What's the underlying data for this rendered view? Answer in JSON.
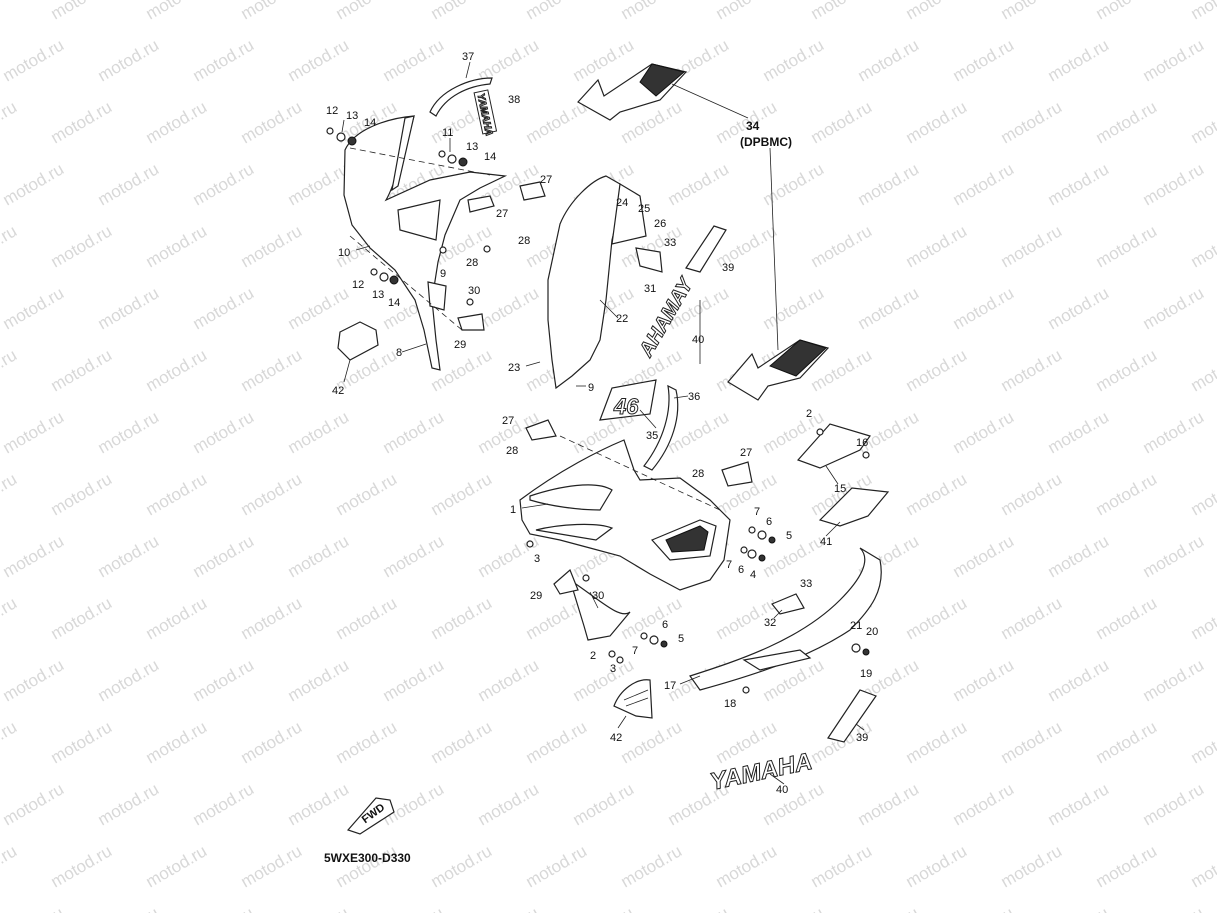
{
  "watermark": "motod.ru",
  "diagram_code": "5WXE300-D330",
  "fwd_label": "FWD",
  "decal_brand": "YAMAHA",
  "decal_brand_mirrored": "AHAMAY",
  "decal_number": "46",
  "callouts": [
    {
      "id": "c37",
      "text": "37"
    },
    {
      "id": "c38",
      "text": "38"
    },
    {
      "id": "c12a",
      "text": "12"
    },
    {
      "id": "c13a",
      "text": "13"
    },
    {
      "id": "c14a",
      "text": "14"
    },
    {
      "id": "c11",
      "text": "11"
    },
    {
      "id": "c13b",
      "text": "13"
    },
    {
      "id": "c14b",
      "text": "14"
    },
    {
      "id": "c27a",
      "text": "27"
    },
    {
      "id": "c27b",
      "text": "27"
    },
    {
      "id": "c28a",
      "text": "28"
    },
    {
      "id": "c28b",
      "text": "28"
    },
    {
      "id": "c10",
      "text": "10"
    },
    {
      "id": "c9a",
      "text": "9"
    },
    {
      "id": "c12b",
      "text": "12"
    },
    {
      "id": "c13c",
      "text": "13"
    },
    {
      "id": "c14c",
      "text": "14"
    },
    {
      "id": "c30a",
      "text": "30"
    },
    {
      "id": "c29a",
      "text": "29"
    },
    {
      "id": "c8",
      "text": "8"
    },
    {
      "id": "c42a",
      "text": "42"
    },
    {
      "id": "c34",
      "text": "34"
    },
    {
      "id": "c34s",
      "text": "(DPBMC)"
    },
    {
      "id": "c24",
      "text": "24"
    },
    {
      "id": "c25",
      "text": "25"
    },
    {
      "id": "c26",
      "text": "26"
    },
    {
      "id": "c33a",
      "text": "33"
    },
    {
      "id": "c39a",
      "text": "39"
    },
    {
      "id": "c31",
      "text": "31"
    },
    {
      "id": "c22",
      "text": "22"
    },
    {
      "id": "c40a",
      "text": "40"
    },
    {
      "id": "c23",
      "text": "23"
    },
    {
      "id": "c9b",
      "text": "9"
    },
    {
      "id": "c36",
      "text": "36"
    },
    {
      "id": "c35",
      "text": "35"
    },
    {
      "id": "c27c",
      "text": "27"
    },
    {
      "id": "c28c",
      "text": "28"
    },
    {
      "id": "c2a",
      "text": "2"
    },
    {
      "id": "c16",
      "text": "16"
    },
    {
      "id": "c15",
      "text": "15"
    },
    {
      "id": "c27d",
      "text": "27"
    },
    {
      "id": "c28d",
      "text": "28"
    },
    {
      "id": "c1",
      "text": "1"
    },
    {
      "id": "c7a",
      "text": "7"
    },
    {
      "id": "c6a",
      "text": "6"
    },
    {
      "id": "c5a",
      "text": "5"
    },
    {
      "id": "c41",
      "text": "41"
    },
    {
      "id": "c3a",
      "text": "3"
    },
    {
      "id": "c7b",
      "text": "7"
    },
    {
      "id": "c6b",
      "text": "6"
    },
    {
      "id": "c4",
      "text": "4"
    },
    {
      "id": "c29b",
      "text": "29"
    },
    {
      "id": "c30b",
      "text": "30"
    },
    {
      "id": "c33b",
      "text": "33"
    },
    {
      "id": "c32",
      "text": "32"
    },
    {
      "id": "c6c",
      "text": "6"
    },
    {
      "id": "c5b",
      "text": "5"
    },
    {
      "id": "c7c",
      "text": "7"
    },
    {
      "id": "c2b",
      "text": "2"
    },
    {
      "id": "c3b",
      "text": "3"
    },
    {
      "id": "c21",
      "text": "21"
    },
    {
      "id": "c20",
      "text": "20"
    },
    {
      "id": "c19",
      "text": "19"
    },
    {
      "id": "c17",
      "text": "17"
    },
    {
      "id": "c18",
      "text": "18"
    },
    {
      "id": "c42b",
      "text": "42"
    },
    {
      "id": "c39b",
      "text": "39"
    },
    {
      "id": "c40b",
      "text": "40"
    }
  ]
}
